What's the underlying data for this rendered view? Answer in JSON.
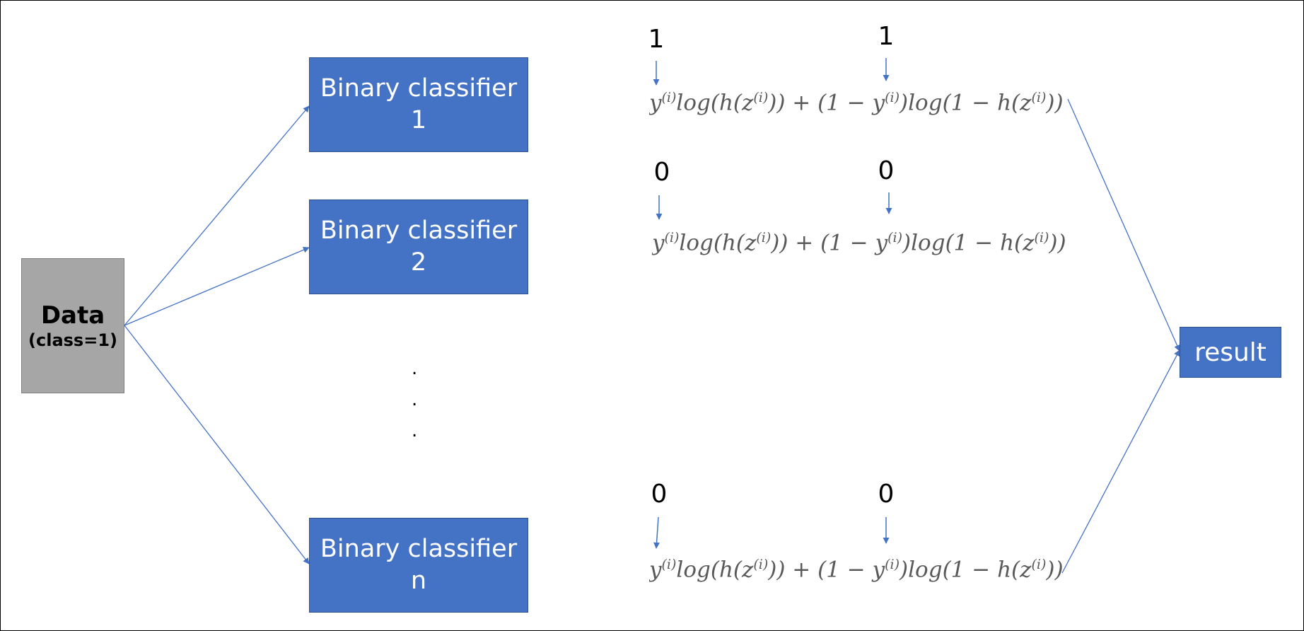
{
  "data_node": {
    "title": "Data",
    "subtitle": "(class=1)"
  },
  "classifiers": [
    {
      "line1": "Binary classifier",
      "line2": "1"
    },
    {
      "line1": "Binary classifier",
      "line2": "2"
    },
    {
      "line1": "Binary classifier",
      "line2": "n"
    }
  ],
  "ellipsis": [
    ".",
    ".",
    "."
  ],
  "formula_rows": [
    {
      "left_label": "1",
      "right_label": "1"
    },
    {
      "left_label": "0",
      "right_label": "0"
    },
    {
      "left_label": "0",
      "right_label": "0"
    }
  ],
  "formula_text": {
    "y": "y",
    "i": "(i)",
    "part1": "log(h(z",
    "part2": ")) + (1 − y",
    "part3": ")log(1 − h(z",
    "part4": "))"
  },
  "result_label": "result",
  "colors": {
    "classifier_fill": "#4472c4",
    "connector": "#4472c4",
    "data_fill": "#a6a6a6"
  }
}
